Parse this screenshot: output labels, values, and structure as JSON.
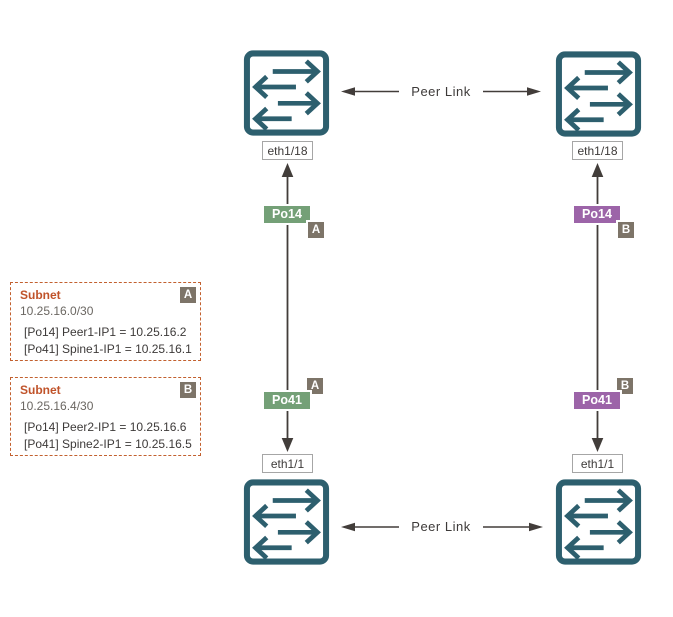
{
  "colors": {
    "switch_teal": "#2d5f6e",
    "connection_line": "#423d3a",
    "po_green": "#74a077",
    "po_purple": "#9c64a8",
    "zone_badge_gray": "#7d7468",
    "subnet_border_orange": "#c2602f",
    "subnet_title_orange": "#c0532a",
    "label_text": "#3d3a39",
    "cidr_text_gray": "#6b6762",
    "background": "#ffffff"
  },
  "icons": {
    "switch": "network-switch-icon",
    "link": "double-headed-arrow"
  },
  "peer_links": {
    "top": "Peer Link",
    "bottom": "Peer Link"
  },
  "port_labels": {
    "top_left": "eth1/18",
    "top_right": "eth1/18",
    "bottom_left": "eth1/1",
    "bottom_right": "eth1/1"
  },
  "port_channels": {
    "top_left": {
      "label": "Po14",
      "zone": "A",
      "color_variant": "green"
    },
    "top_right": {
      "label": "Po14",
      "zone": "B",
      "color_variant": "purple"
    },
    "bottom_left": {
      "label": "Po41",
      "zone": "A",
      "color_variant": "green"
    },
    "bottom_right": {
      "label": "Po41",
      "zone": "B",
      "color_variant": "purple"
    }
  },
  "subnets": [
    {
      "title": "Subnet",
      "cidr": "10.25.16.0/30",
      "badge": "A",
      "entries": [
        "[Po14] Peer1-IP1 = 10.25.16.2",
        "[Po41] Spine1-IP1 = 10.25.16.1"
      ]
    },
    {
      "title": "Subnet",
      "cidr": "10.25.16.4/30",
      "badge": "B",
      "entries": [
        "[Po14] Peer2-IP1 = 10.25.16.6",
        "[Po41] Spine2-IP1 = 10.25.16.5"
      ]
    }
  ]
}
